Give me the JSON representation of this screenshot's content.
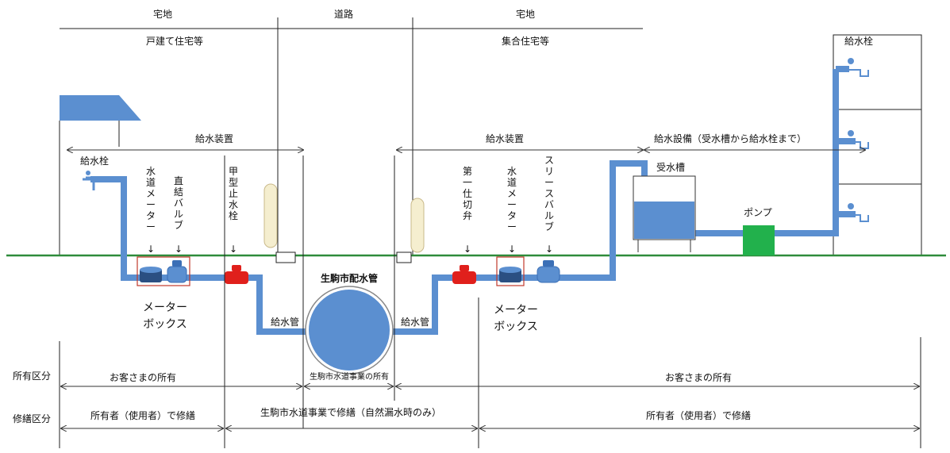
{
  "zones": {
    "left_lot": "宅地",
    "road": "道路",
    "right_lot": "宅地",
    "detached_house": "戸建て住宅等",
    "apartment": "集合住宅等"
  },
  "left": {
    "supply_device": "給水装置",
    "faucet": "給水栓",
    "water_meter": "水道メーター",
    "direct_valve": "直結バルブ",
    "stop_valve": "甲型止水栓",
    "arrow": "↓",
    "meter_box_line1": "メーター",
    "meter_box_line2": "ボックス",
    "service_pipe": "給水管"
  },
  "center": {
    "main_pipe": "生駒市配水管"
  },
  "right": {
    "supply_device": "給水装置",
    "first_valve": "第一仕切弁",
    "water_meter": "水道メーター",
    "sleeve_valve": "スリースバルブ",
    "arrow": "↓",
    "meter_box_line1": "メーター",
    "meter_box_line2": "ボックス",
    "service_pipe": "給水管",
    "facility": "給水設備（受水槽から給水栓まで）",
    "tank": "受水槽",
    "pump": "ポンプ",
    "faucet": "給水栓"
  },
  "ownership": {
    "row_label": "所有区分",
    "customer_left": "お客さまの所有",
    "city": "生駒市水道事業の所有",
    "customer_right": "お客さまの所有"
  },
  "repair": {
    "row_label": "修繕区分",
    "owner_left": "所有者（使用者）で修繕",
    "city": "生駒市水道事業で修繕（自然漏水時のみ）",
    "owner_right": "所有者（使用者）で修繕"
  },
  "colors": {
    "pipe": "#5b8fd0",
    "pipe_dark": "#3b6fb6",
    "ground": "#2e8b3a",
    "valve_red": "#e0201c",
    "pump_green": "#22b14c",
    "box_outline": "#c0392b",
    "roof": "#5b8fd0",
    "post": "#f5eecf"
  }
}
